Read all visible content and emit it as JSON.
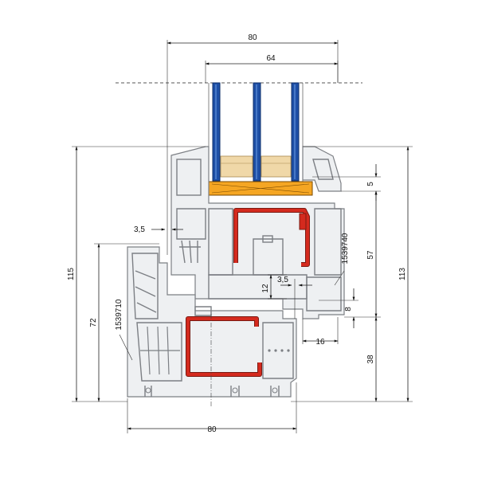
{
  "drawing": {
    "article_codes": {
      "sash": "1539740",
      "frame": "1539710"
    },
    "dimensions": {
      "top_total_width": "80",
      "glazing_width": "64",
      "bottom_total_width": "80",
      "frame_height": "115",
      "overall_right_height": "113",
      "frame_inner_height": "72",
      "sash_height": "57",
      "bottom_offset": "38",
      "glass_clearance": "5",
      "rebate_gap": "8",
      "overlap": "16",
      "gasket_left": "3,5",
      "gasket_center": "3,5",
      "rebate_depth": "12"
    }
  }
}
